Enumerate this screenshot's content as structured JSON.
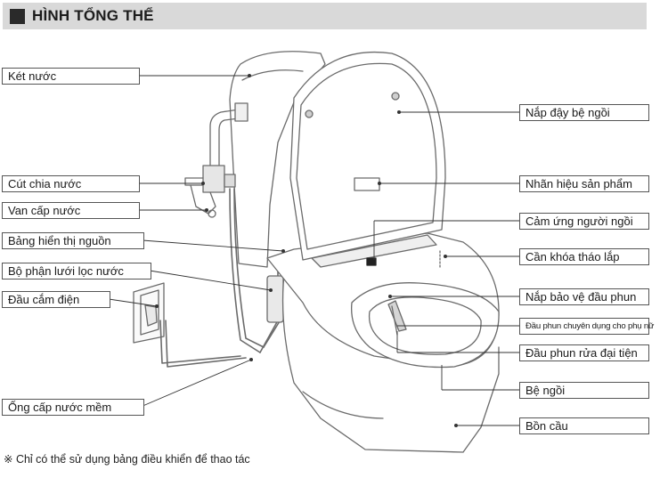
{
  "header": {
    "title": "HÌNH TỔNG THỂ"
  },
  "labels": {
    "ket_nuoc": "Két nước",
    "cut_chia_nuoc": "Cút chia nước",
    "van_cap_nuoc": "Van cấp nước",
    "bang_hien_thi_nguon": "Bảng hiển thị nguồn",
    "bo_phan_luoi_loc_nuoc": "Bộ phận lưới lọc nước",
    "dau_cam_dien": "Đầu cắm điện",
    "ong_cap_nuoc_mem": "Ống cấp nước mềm",
    "nap_day_be_ngoi": "Nắp đậy bệ ngồi",
    "nhan_hieu_san_pham": "Nhãn hiệu sản phẩm",
    "cam_ung_nguoi_ngoi": "Cảm ứng người ngồi",
    "can_khoa_thao_lap": "Cần khóa tháo lắp",
    "nap_bao_ve_dau_phun": "Nắp bảo vệ đầu phun",
    "dau_phun_chuyen_dung_cho_phu_nu": "Đầu phun chuyên dụng cho phụ nữ",
    "dau_phun_rua_dai_tien": "Đầu phun rửa đại tiện",
    "be_ngoi": "Bệ ngồi",
    "bon_cau": "Bồn cầu"
  },
  "footnote": "※ Chỉ có thể sử dụng bảng điều khiển để thao tác"
}
